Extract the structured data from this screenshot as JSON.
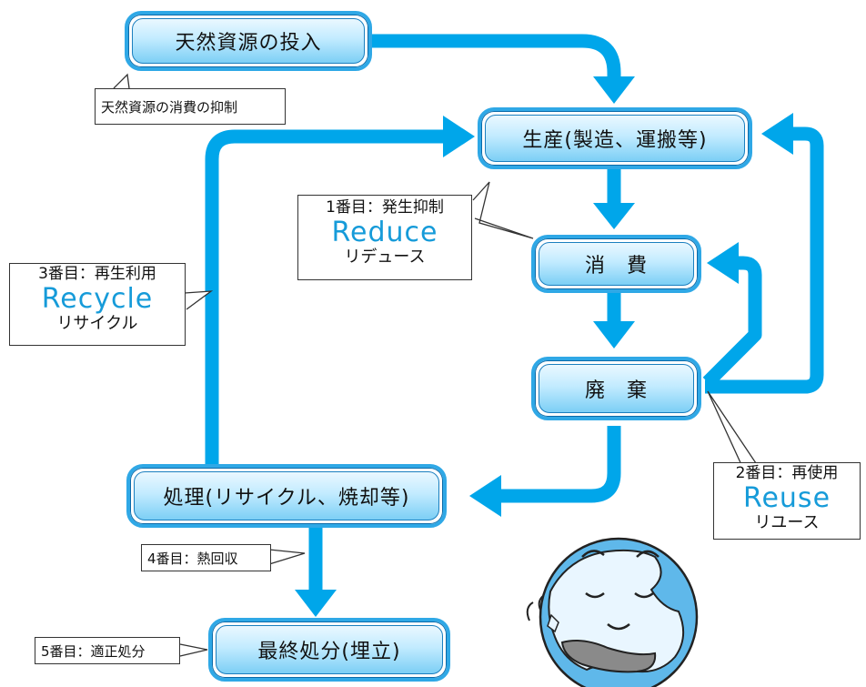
{
  "nodes": {
    "input": "天然資源の投入",
    "production": "生産(製造、運搬等)",
    "consumption": "消　費",
    "disposal": "廃　棄",
    "treatment": "処理(リサイクル、焼却等)",
    "final": "最終処分(埋立)"
  },
  "callouts": {
    "reduce": {
      "title": "1番目：発生抑制",
      "word": "Reduce",
      "kana": "リデュース"
    },
    "recycle": {
      "title": "3番目：再生利用",
      "word": "Recycle",
      "kana": "リサイクル"
    },
    "reuse": {
      "title": "2番目：再使用",
      "word": "Reuse",
      "kana": "リユース"
    }
  },
  "labels": {
    "suppress": "天然資源の消費の抑制",
    "thermal": "4番目：熱回収",
    "proper": "5番目：適正処分"
  },
  "colors": {
    "arrow": "#00a6ea",
    "node_border": "#2fa8e6",
    "node_fill": "#9fdcf7",
    "accent_text": "#169bd9",
    "earth": "#5fb8ea"
  }
}
